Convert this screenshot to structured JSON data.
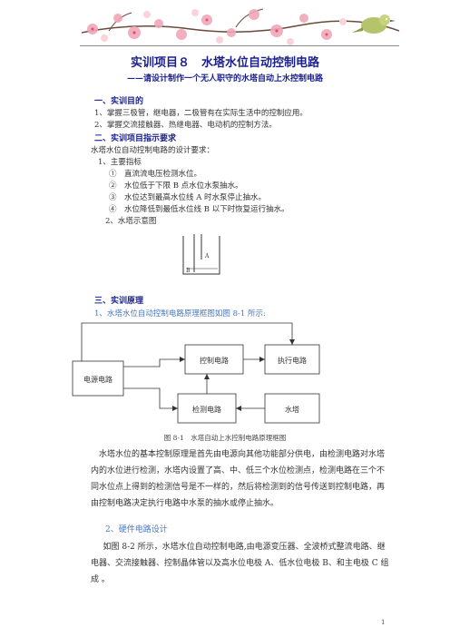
{
  "header": {
    "title": "实训项目８　水塔水位自动控制电路",
    "subtitle": "——请设计制作一个无人职守的水塔自动上水控制电路"
  },
  "section1": {
    "heading": "一、实训目的",
    "items": [
      "1、掌握三极管，继电器，二极管有在实际生活中的控制应用。",
      "2、掌握交流接触器、热继电器、电动机的控制方法。"
    ]
  },
  "section2": {
    "heading": "二、实训项目指示要求",
    "intro": "水塔水位自动控制电路的设计要求：",
    "sub1": "1、主要指标",
    "points": [
      "①　直流流电压检测水位。",
      "②　水位低于下限 B 点水位水泵抽水。",
      "③　水位达到最高水位线 A 时水泵停止抽水。",
      "④　水位降低到最低水位线 B 以下时恢复运行抽水。"
    ],
    "sub2": "2、水塔示意图",
    "tank_label_a": "A",
    "tank_label_b": "B"
  },
  "section3": {
    "heading": "三、实训原理",
    "sub1": "1、水塔水位自动控制电路原理框图如图 8-1 所示:",
    "diagram": {
      "power": "电源电路",
      "control": "控制电路",
      "exec": "执行电路",
      "detect": "检测电路",
      "tower": "水塔"
    },
    "caption": "图 8-1　水塔自动上水控制电路原理框图",
    "paragraph1": "水塔水位的基本控制原理是首先由电源向其他功能部分供电，由检测电路对水塔内的水位进行检测，水塔内设置了高、中、低三个水位检测点，检测电路在三个不同水位点上得到的检测信号是不一样的，然后将检测到的信号传送到控制电路，再由控制电路决定执行电路中水泵的抽水或停止抽水。",
    "sub2": "2、硬件电路设计",
    "paragraph2": "如图 8-2 所示，水塔水位自动控制电路,由电源变压器、全波桥式整流电路、继电器、交流接触器、控制晶体管以及高水位电极 A、低水位电极 B、和主电极 C 组成 。"
  },
  "footer": {
    "page": "1"
  }
}
